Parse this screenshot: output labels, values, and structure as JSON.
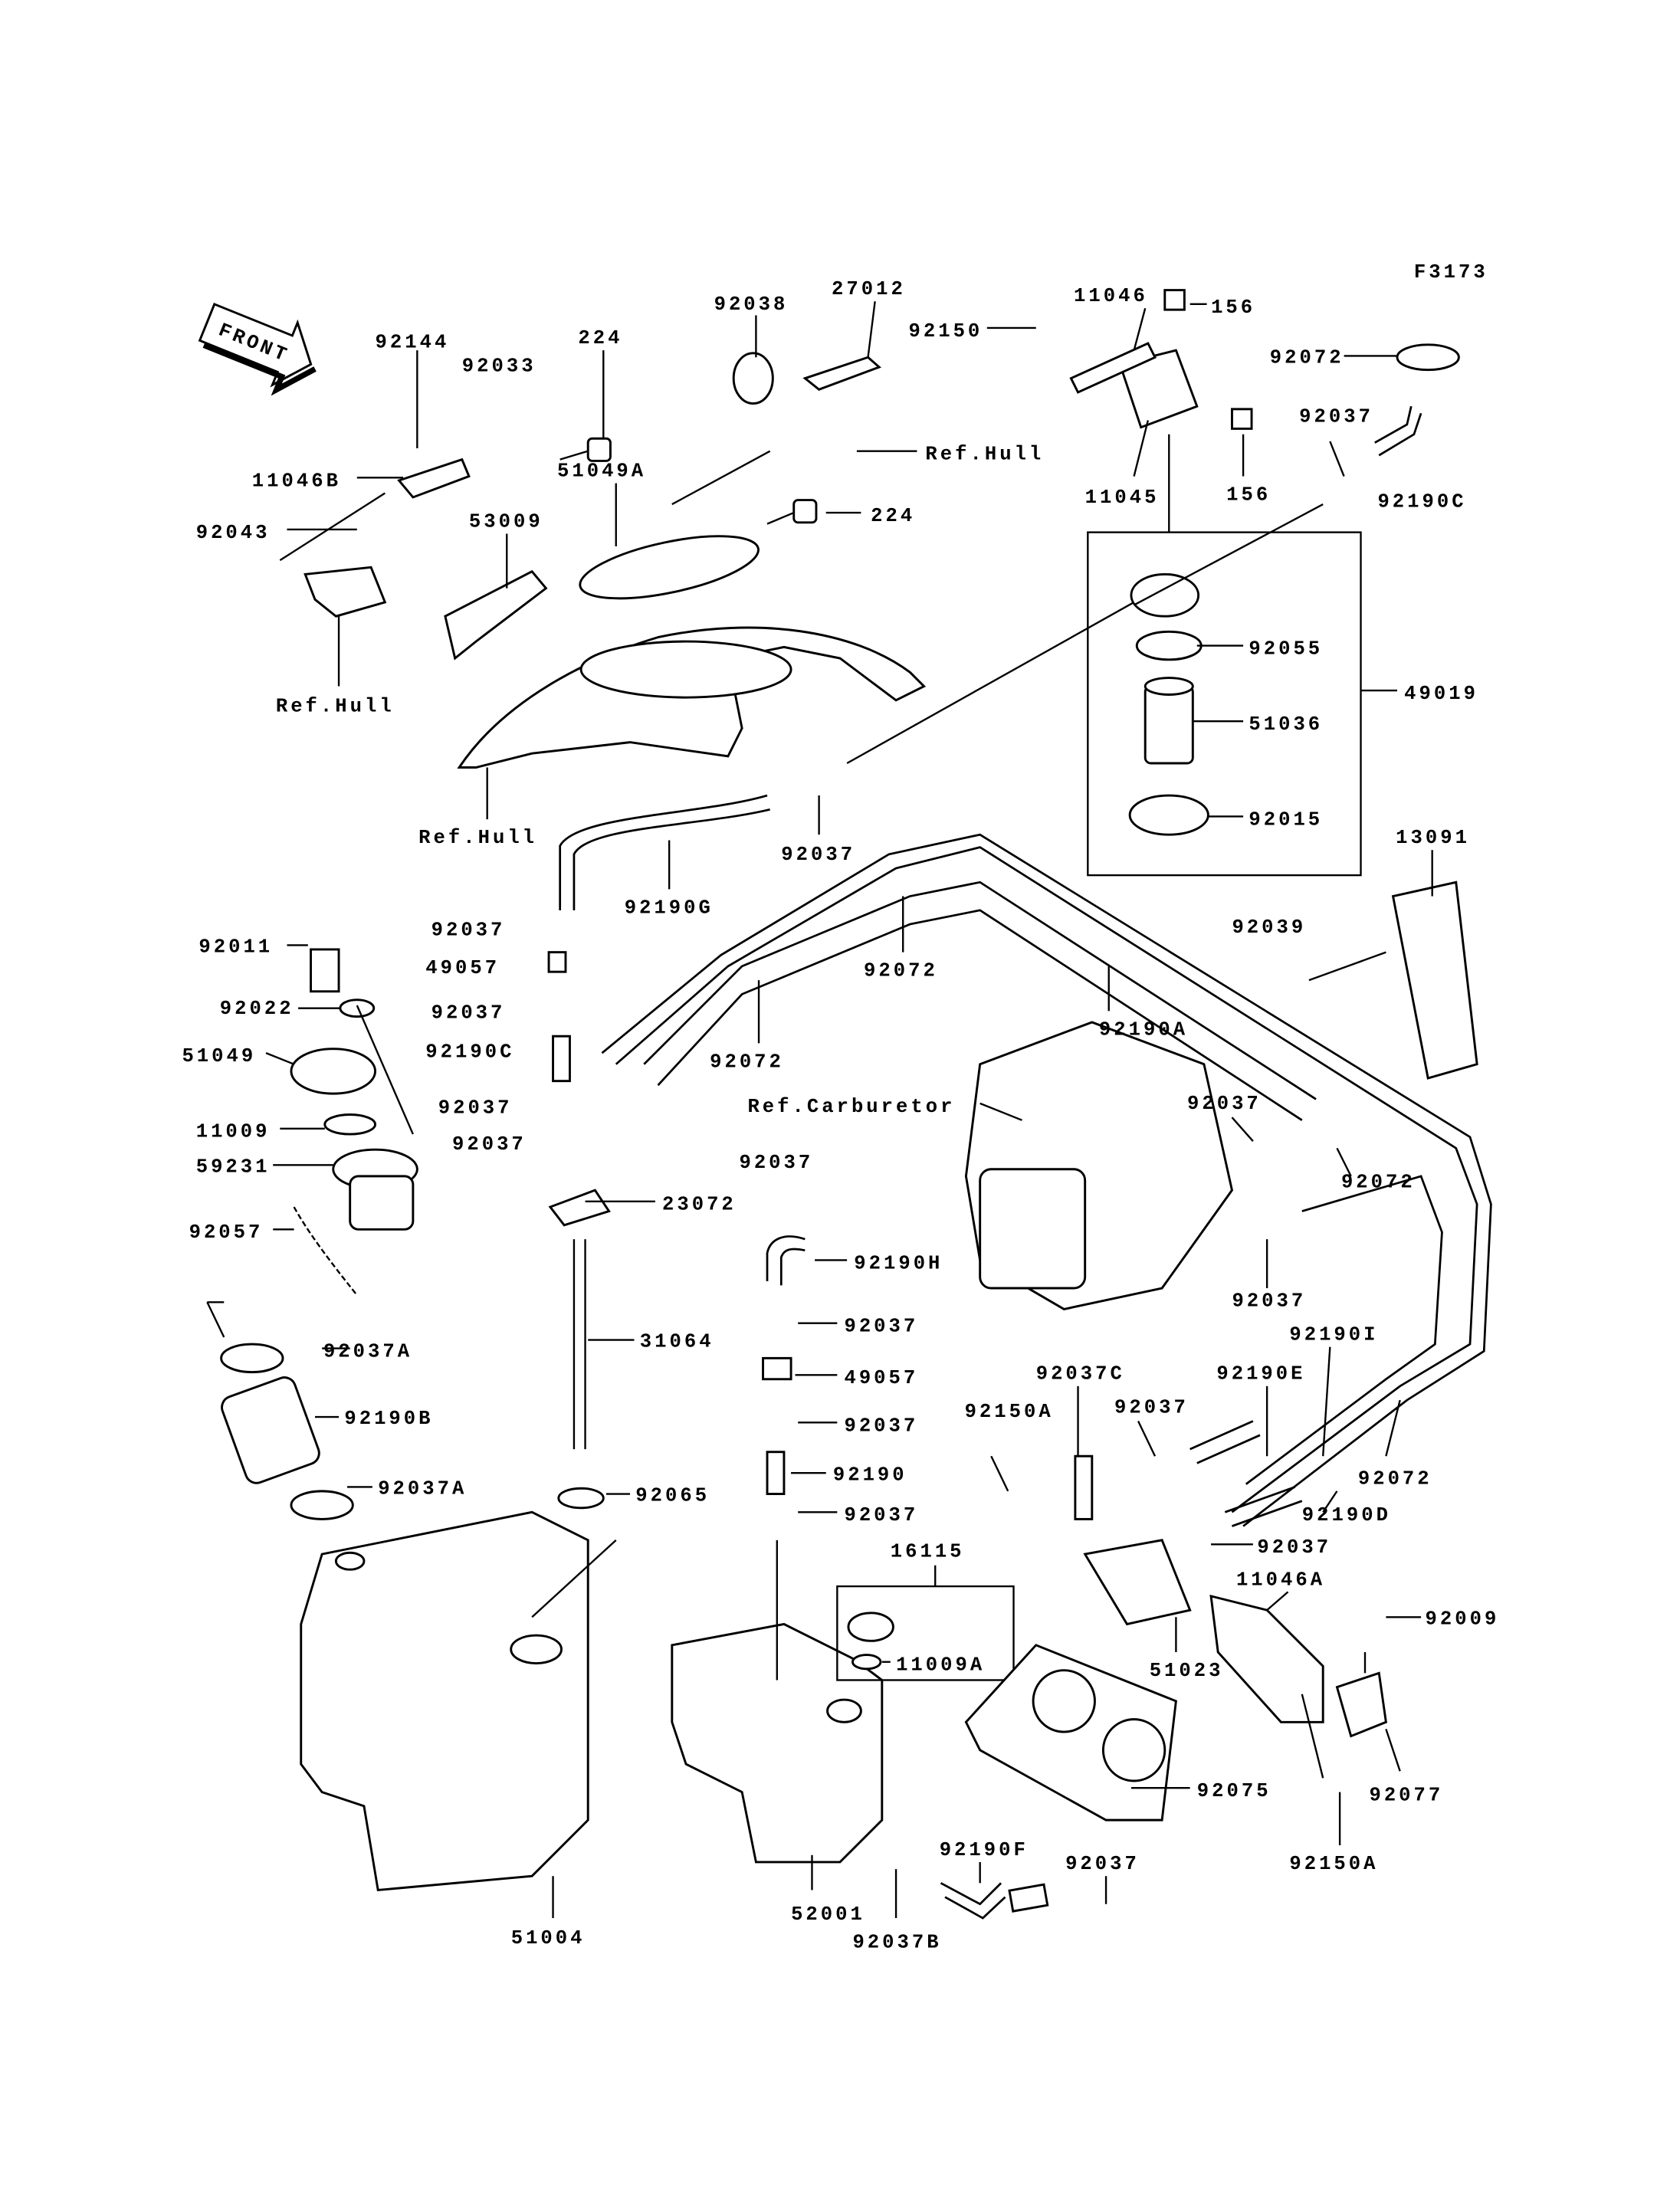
{
  "diagram_code": "F3173",
  "front_arrow_label": "FRONT",
  "callouts": [
    "92144",
    "92033",
    "224",
    "92038",
    "27012",
    "92150",
    "11046",
    "156",
    "92072",
    "92037",
    "11046B",
    "Ref.Hull",
    "51049A",
    "11045",
    "156",
    "92190C",
    "92043",
    "53009",
    "224",
    "92055",
    "49019",
    "51036",
    "Ref.Hull",
    "92015",
    "Ref.Hull",
    "13091",
    "92037",
    "92190G",
    "92037",
    "49057",
    "92072",
    "92039",
    "92011",
    "92022",
    "92037",
    "92190A",
    "92190C",
    "92072",
    "51049",
    "11009",
    "Ref.Carburetor",
    "92037",
    "92037",
    "92037",
    "59231",
    "92037",
    "92072",
    "23072",
    "92057",
    "92190H",
    "92037",
    "31064",
    "92037A",
    "92037",
    "92190I",
    "92037C",
    "92190E",
    "49057",
    "92150A",
    "92037",
    "92190B",
    "92037",
    "92190",
    "92072",
    "92037A",
    "92065",
    "92190D",
    "92037",
    "16115",
    "92037",
    "11046A",
    "92009",
    "11009A",
    "51023",
    "92077",
    "92075",
    "92190F",
    "92037",
    "92150A",
    "52001",
    "51004",
    "92037B"
  ]
}
